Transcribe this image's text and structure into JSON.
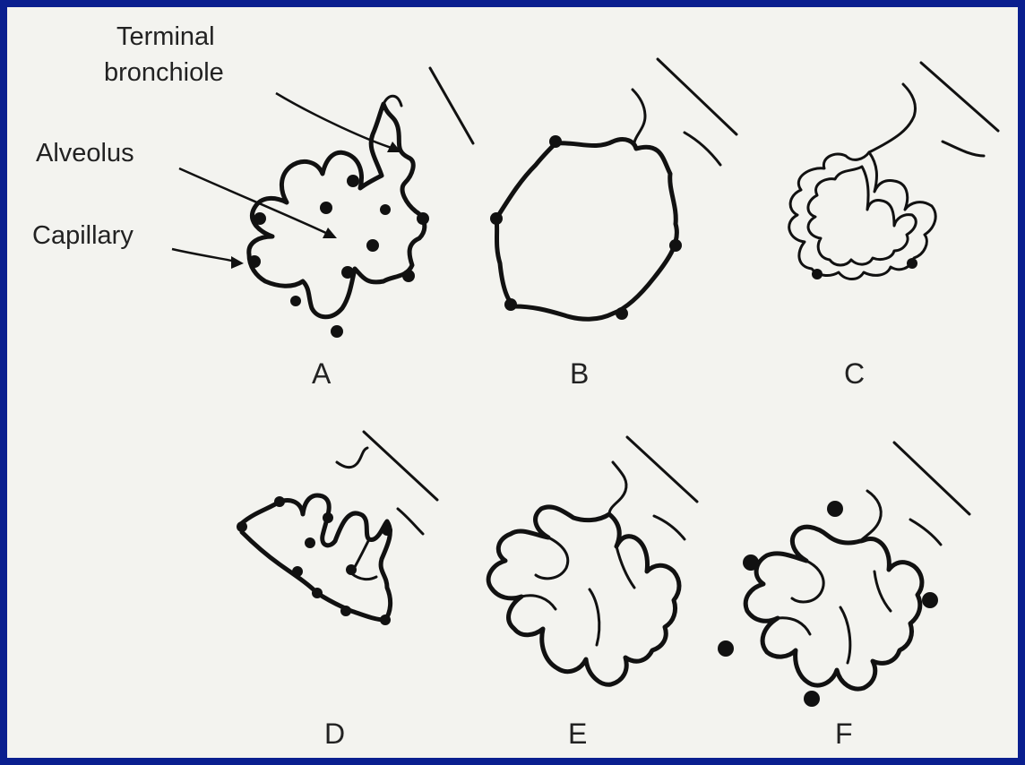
{
  "labels": {
    "terminal_line1": "Terminal",
    "terminal_line2": "bronchiole",
    "alveolus": "Alveolus",
    "capillary": "Capillary"
  },
  "panels": [
    "A",
    "B",
    "C",
    "D",
    "E",
    "F"
  ]
}
